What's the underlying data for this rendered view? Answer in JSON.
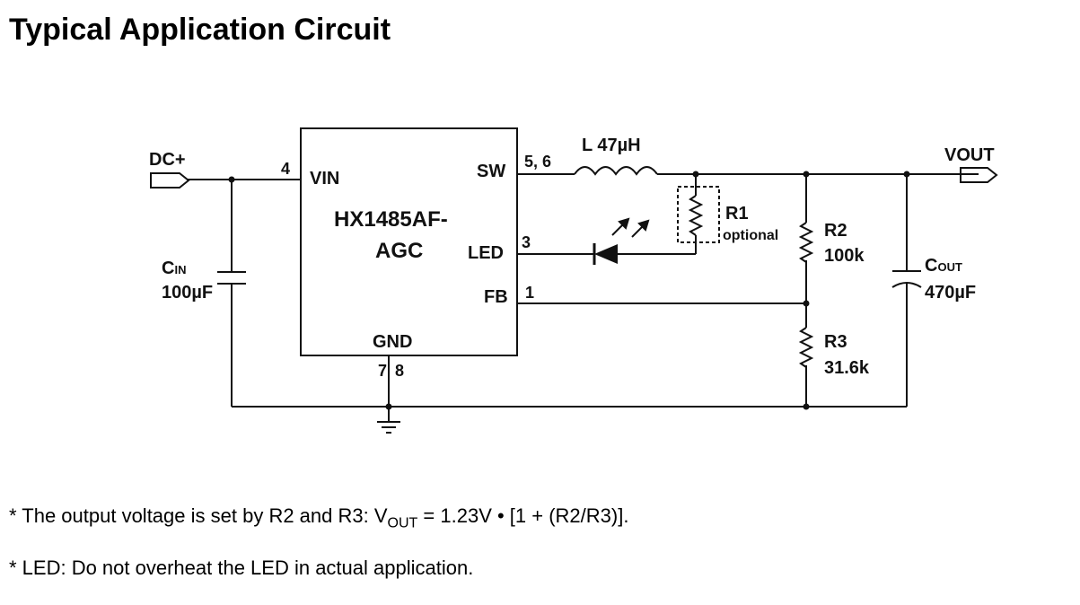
{
  "title": "Typical Application Circuit",
  "diagram": {
    "input_label": "DC+",
    "output_label": "VOUT",
    "ic": {
      "name_line1": "HX1485AF-",
      "name_line2": "AGC",
      "pin_vin": "VIN",
      "pin_sw": "SW",
      "pin_led": "LED",
      "pin_fb": "FB",
      "pin_gnd": "GND",
      "num_vin": "4",
      "num_sw": "5, 6",
      "num_led": "3",
      "num_fb": "1",
      "num_gnd_a": "7",
      "num_gnd_b": "8"
    },
    "inductor_label": "L 47µH",
    "cin": {
      "name_main": "C",
      "name_sub": "IN",
      "value": "100µF"
    },
    "cout": {
      "name_main": "C",
      "name_sub": "OUT",
      "value": "470µF"
    },
    "r1": {
      "name": "R1",
      "note": "optional"
    },
    "r2": {
      "name": "R2",
      "value": "100k"
    },
    "r3": {
      "name": "R3",
      "value": "31.6k"
    }
  },
  "notes": {
    "note1_pre": "* The output voltage is set by R2 and R3: V",
    "note1_sub": "OUT",
    "note1_post": " = 1.23V • [1 + (R2/R3)].",
    "note2": "* LED:  Do not overheat the LED in actual application."
  }
}
